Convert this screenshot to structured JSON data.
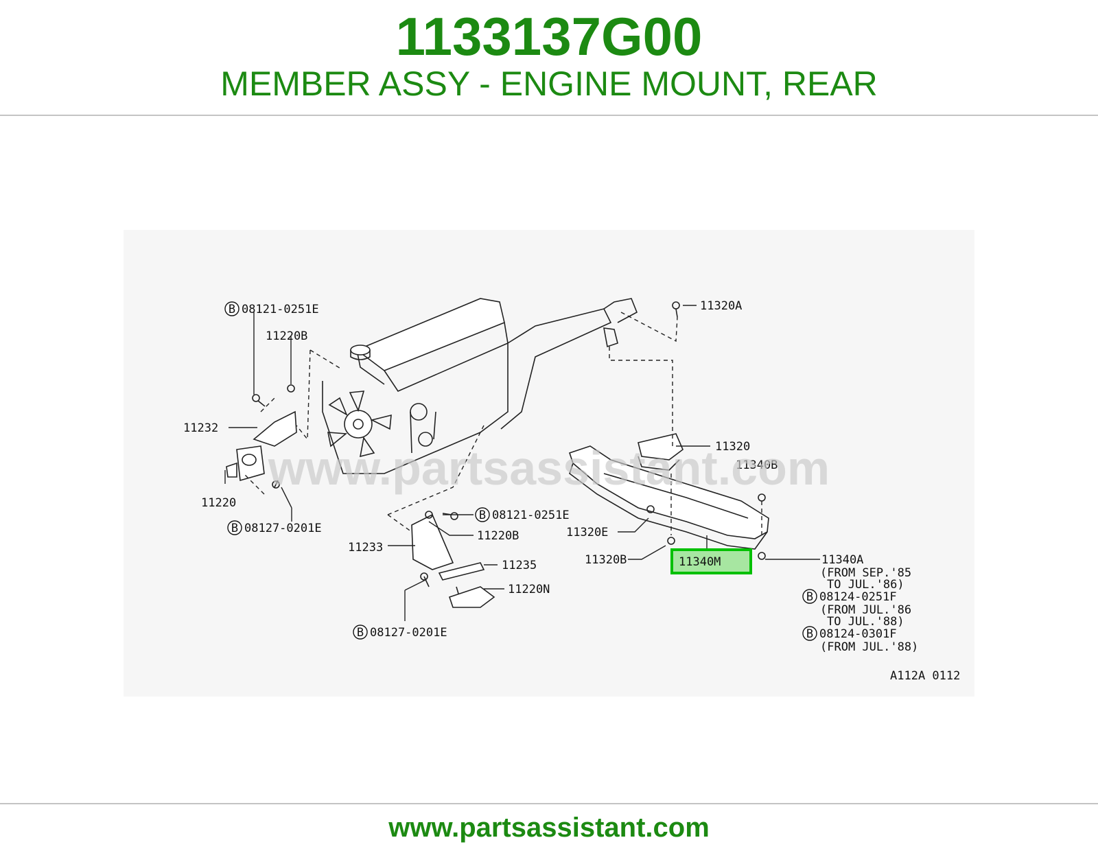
{
  "header": {
    "part_number": "1133137G00",
    "part_name": "MEMBER ASSY - ENGINE MOUNT, REAR"
  },
  "diagram": {
    "watermark": "www.partsassistant.com",
    "diagram_code": "A112A 0112",
    "highlight_color": "#00c000",
    "labels": {
      "l_08121_0251E_top": "08121-0251E",
      "l_11220B_top": "11220B",
      "l_11232": "11232",
      "l_11220": "11220",
      "l_08127_0201E_left": "08127-0201E",
      "l_08121_0251E_mid": "08121-0251E",
      "l_11220B_mid": "11220B",
      "l_11233": "11233",
      "l_11235": "11235",
      "l_11220N": "11220N",
      "l_08127_0201E_bottom": "08127-0201E",
      "l_11320A": "11320A",
      "l_11320": "11320",
      "l_11340B": "11340B",
      "l_11320E": "11320E",
      "l_11320B": "11320B",
      "l_11340M": "11340M",
      "l_11340A": "11340A",
      "n1a": "(FROM SEP.'85",
      "n1b": "TO JUL.'86)",
      "l_08124_0251F": "08124-0251F",
      "n2a": "(FROM JUL.'86",
      "n2b": "TO JUL.'88)",
      "l_08124_0301F": "08124-0301F",
      "n3a": "(FROM JUL.'88)"
    },
    "b_marker": "B"
  },
  "footer": {
    "site": "www.partsassistant.com"
  }
}
